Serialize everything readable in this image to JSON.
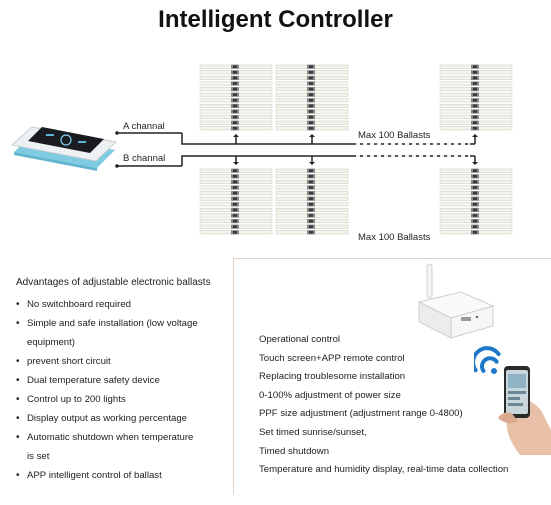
{
  "title": "Intelligent Controller",
  "diagram": {
    "channel_a_label": "A channal",
    "channel_b_label": "B channal",
    "max_label_top": "Max 100 Ballasts",
    "max_label_bottom": "Max 100 Ballasts"
  },
  "advantages": {
    "heading": "Advantages of adjustable electronic ballasts",
    "items": [
      "No switchboard required",
      "Simple and safe installation (low voltage",
      "equipment)",
      "prevent short circuit",
      "Dual temperature safety device",
      "Control up to 200 lights",
      "Display output as working percentage",
      "Automatic shutdown when temperature",
      "is set",
      "APP intelligent control of ballast"
    ],
    "bulleted": [
      true,
      true,
      false,
      true,
      true,
      true,
      true,
      true,
      false,
      true
    ]
  },
  "features": [
    "Operational control",
    "Touch screen+APP remote control",
    "Replacing troublesome installation",
    "0-100% adjustment of power size",
    "PPF size adjustment (adjustment range 0-4800)",
    "Set timed sunrise/sunset,",
    "Timed shutdown",
    "Temperature and humidity display, real-time data collection"
  ],
  "colors": {
    "accent_wifi": "#1e78c8",
    "line": "#222222",
    "panel_border": "#e4d4c8"
  }
}
